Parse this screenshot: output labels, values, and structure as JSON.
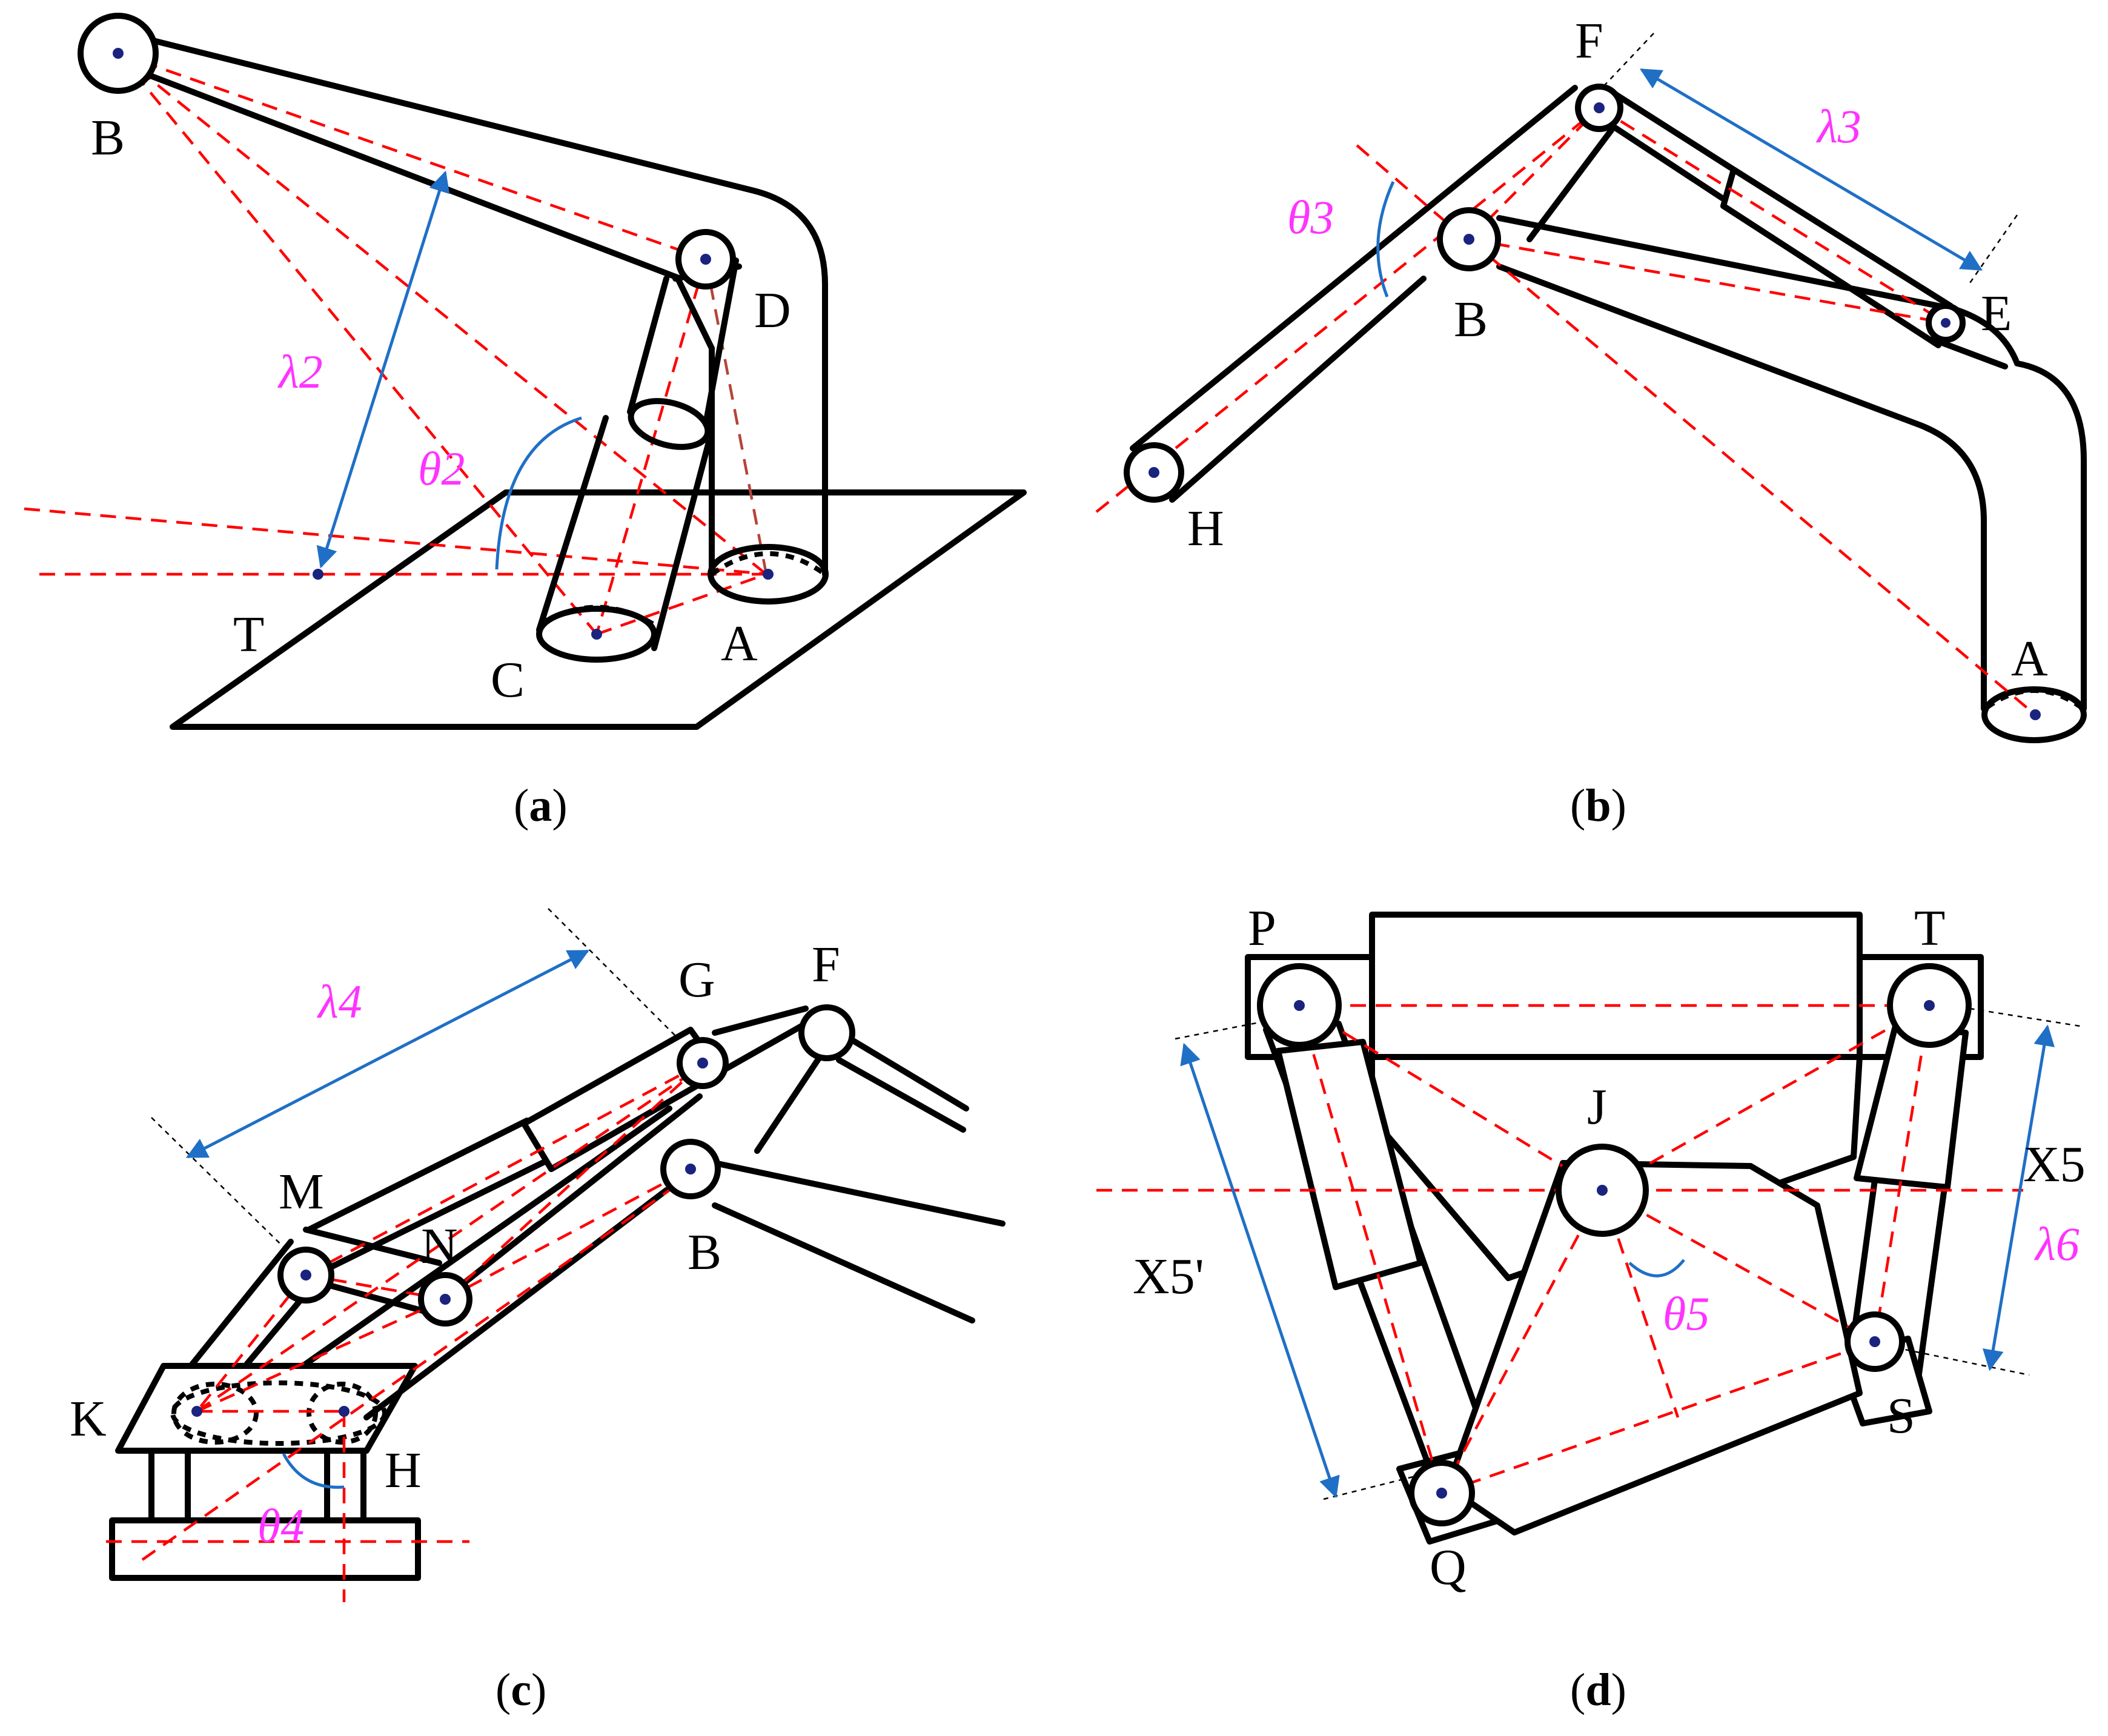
{
  "panels": {
    "a": {
      "caption": "a",
      "points": {
        "B": "B",
        "D": "D",
        "T": "T",
        "C": "C",
        "A": "A"
      },
      "symbols": {
        "lambda": "λ2",
        "theta": "θ2"
      }
    },
    "b": {
      "caption": "b",
      "points": {
        "F": "F",
        "B": "B",
        "E": "E",
        "H": "H",
        "A": "A"
      },
      "symbols": {
        "lambda": "λ3",
        "theta": "θ3"
      }
    },
    "c": {
      "caption": "c",
      "points": {
        "G": "G",
        "F": "F",
        "M": "M",
        "N": "N",
        "B": "B",
        "K": "K",
        "H": "H"
      },
      "symbols": {
        "lambda": "λ4",
        "theta": "θ4"
      }
    },
    "d": {
      "caption": "d",
      "points": {
        "P": "P",
        "T": "T",
        "J": "J",
        "S": "S",
        "Q": "Q"
      },
      "symbols": {
        "x5": "X5",
        "x5p": "X5'",
        "lambda": "λ6",
        "theta": "θ5"
      }
    }
  },
  "colors": {
    "structure": "#000000",
    "construction_line": "#ff0000",
    "dimension_arrow": "#1f6fc6",
    "symbol_text": "#ff33ff",
    "joint_center": "#1a237e"
  }
}
